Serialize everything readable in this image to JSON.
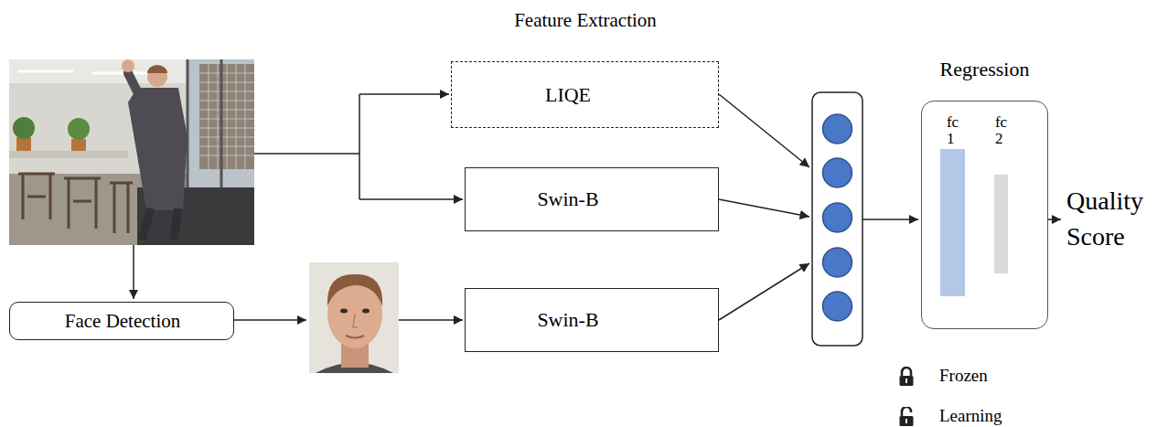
{
  "diagram": {
    "nodes": [
      {
        "text": [
          "LIQE"
        ]
      },
      {
        "text": [
          "Swin-B"
        ]
      },
      {
        "text": [
          "Face Detection"
        ]
      },
      {
        "text": [
          "Swin-B"
        ]
      },
      {
        "text": [
          "Regression"
        ]
      },
      {
        "text": [
          "fc 1"
        ],
        "in": 4
      },
      {
        "text": [
          "fc 2"
        ],
        "in": 4
      }
    ],
    "edges": [
      {
        "from": 5,
        "to": 6,
        "arrow": "to"
      }
    ],
    "labels": [
      "Feature Extraction",
      "Quality Score"
    ],
    "legend": [
      {
        "text": "Frozen"
      },
      {
        "text": "Learning"
      }
    ]
  }
}
